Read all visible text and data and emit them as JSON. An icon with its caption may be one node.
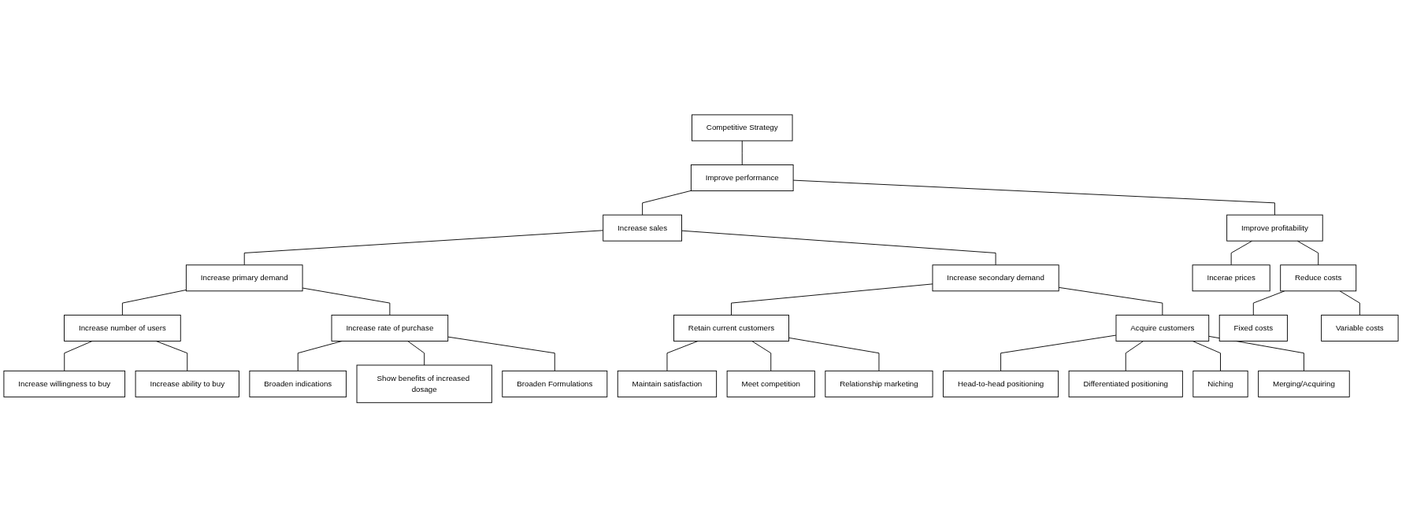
{
  "diagram": {
    "nodes": [
      {
        "text": [
          "Competitive Strategy"
        ]
      },
      {
        "text": [
          "Improve performance"
        ]
      },
      {
        "text": [
          "Increase sales"
        ]
      },
      {
        "text": [
          "Improve profitability"
        ]
      },
      {
        "text": [
          "Increase primary demand"
        ]
      },
      {
        "text": [
          "Increase secondary demand"
        ]
      },
      {
        "text": [
          "Incerae prices"
        ]
      },
      {
        "text": [
          "Reduce costs"
        ]
      },
      {
        "text": [
          "Increase number of users"
        ]
      },
      {
        "text": [
          "Increase rate of purchase"
        ]
      },
      {
        "text": [
          "Retain current customers"
        ]
      },
      {
        "text": [
          "Acquire customers"
        ]
      },
      {
        "text": [
          "Fixed costs"
        ]
      },
      {
        "text": [
          "Variable costs"
        ]
      },
      {
        "text": [
          "Increase willingness to buy"
        ]
      },
      {
        "text": [
          "Increase ability to buy"
        ]
      },
      {
        "text": [
          "Broaden indications"
        ]
      },
      {
        "text": [
          "Show benefits of increased dosage"
        ]
      },
      {
        "text": [
          "Broaden Formulations"
        ]
      },
      {
        "text": [
          "Maintain satisfaction"
        ]
      },
      {
        "text": [
          "Meet competition"
        ]
      },
      {
        "text": [
          "Relationship marketing"
        ]
      },
      {
        "text": [
          "Head-to-head positioning"
        ]
      },
      {
        "text": [
          "Differentiated positioning"
        ]
      },
      {
        "text": [
          "Niching"
        ]
      },
      {
        "text": [
          "Merging/Acquiring"
        ]
      }
    ],
    "edges": [
      {
        "from": 0,
        "to": 1,
        "arrow": "none"
      },
      {
        "from": 1,
        "to": 2,
        "arrow": "none"
      },
      {
        "from": 1,
        "to": 3,
        "arrow": "none"
      },
      {
        "from": 2,
        "to": 4,
        "arrow": "none"
      },
      {
        "from": 2,
        "to": 5,
        "arrow": "none"
      },
      {
        "from": 3,
        "to": 6,
        "arrow": "none"
      },
      {
        "from": 3,
        "to": 7,
        "arrow": "none"
      },
      {
        "from": 4,
        "to": 8,
        "arrow": "none"
      },
      {
        "from": 4,
        "to": 9,
        "arrow": "none"
      },
      {
        "from": 5,
        "to": 10,
        "arrow": "none"
      },
      {
        "from": 5,
        "to": 11,
        "arrow": "none"
      },
      {
        "from": 7,
        "to": 12,
        "arrow": "none"
      },
      {
        "from": 7,
        "to": 13,
        "arrow": "none"
      },
      {
        "from": 8,
        "to": 14,
        "arrow": "none"
      },
      {
        "from": 8,
        "to": 15,
        "arrow": "none"
      },
      {
        "from": 9,
        "to": 16,
        "arrow": "none"
      },
      {
        "from": 9,
        "to": 17,
        "arrow": "none"
      },
      {
        "from": 9,
        "to": 18,
        "arrow": "none"
      },
      {
        "from": 10,
        "to": 19,
        "arrow": "none"
      },
      {
        "from": 10,
        "to": 20,
        "arrow": "none"
      },
      {
        "from": 10,
        "to": 21,
        "arrow": "none"
      },
      {
        "from": 11,
        "to": 22,
        "arrow": "none"
      },
      {
        "from": 11,
        "to": 23,
        "arrow": "none"
      },
      {
        "from": 11,
        "to": 24,
        "arrow": "none"
      },
      {
        "from": 11,
        "to": 25,
        "arrow": "none"
      }
    ]
  }
}
